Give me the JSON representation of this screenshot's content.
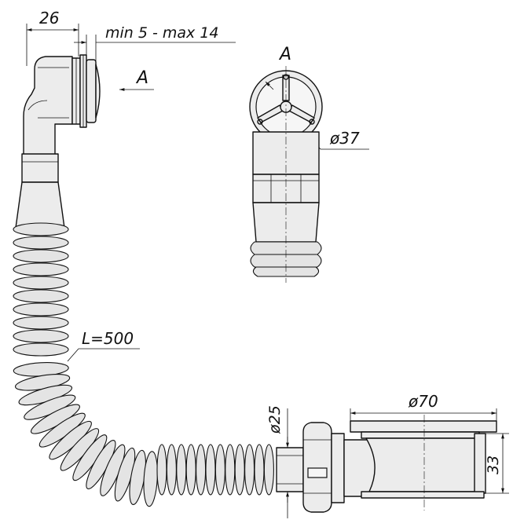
{
  "labels": {
    "dim_width": "26",
    "dim_adjust": "min 5 - max 14",
    "view_arrow": "A",
    "view_title": "A",
    "dim_overflow_diameter": "ø37",
    "dim_hose_length": "L=500",
    "dim_pipe_diameter": "ø25",
    "dim_drain_diameter": "ø70",
    "dim_drain_height": "33"
  },
  "hose": {
    "upper_rib_count": 10,
    "curve_rib_count": 14,
    "lower_rib_count": 12
  }
}
